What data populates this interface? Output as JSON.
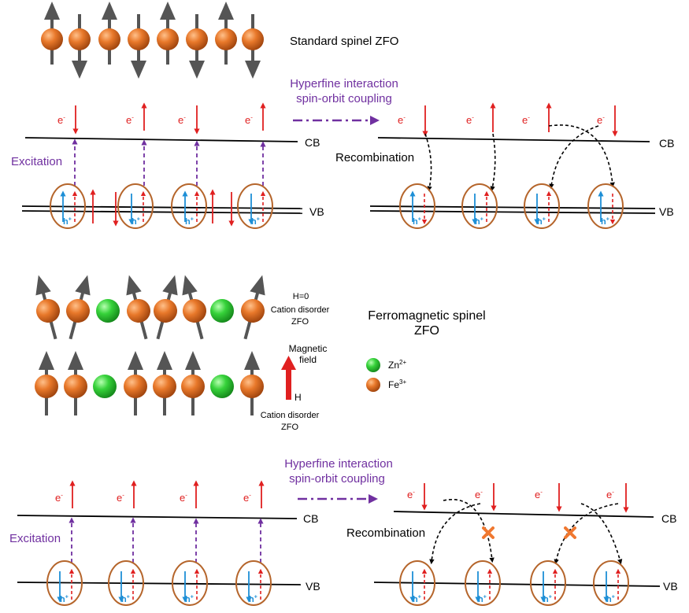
{
  "titles": {
    "standard": "Standard spinel ZFO",
    "ferro": "Ferromagnetic spinel\nZFO"
  },
  "labels": {
    "hyperfine_line1": "Hyperfine interaction",
    "hyperfine_line2": "spin-orbit coupling",
    "excitation": "Excitation",
    "recombination": "Recombination",
    "cb": "CB",
    "vb": "VB",
    "electron": "e",
    "electron_sup": "-",
    "hole": "h",
    "hole_sup": "+",
    "h0": "H=0",
    "cation_disorder": "Cation disorder",
    "zfo": "ZFO",
    "magnetic_field": "Magnetic\nfield",
    "h": "H"
  },
  "legend": [
    {
      "ion": "Zn",
      "charge": "2+",
      "color": "#2ecc40"
    },
    {
      "ion": "Fe",
      "charge": "3+",
      "color": "#e07020"
    }
  ],
  "colors": {
    "purple": "#7030a0",
    "red": "#e02020",
    "blue": "#1e8fd6",
    "orange_atom": "#e07020",
    "green_atom": "#2ecc40",
    "spin_arrow": "#555555",
    "ellipse": "#b5652b",
    "cross": "#f07830"
  }
}
